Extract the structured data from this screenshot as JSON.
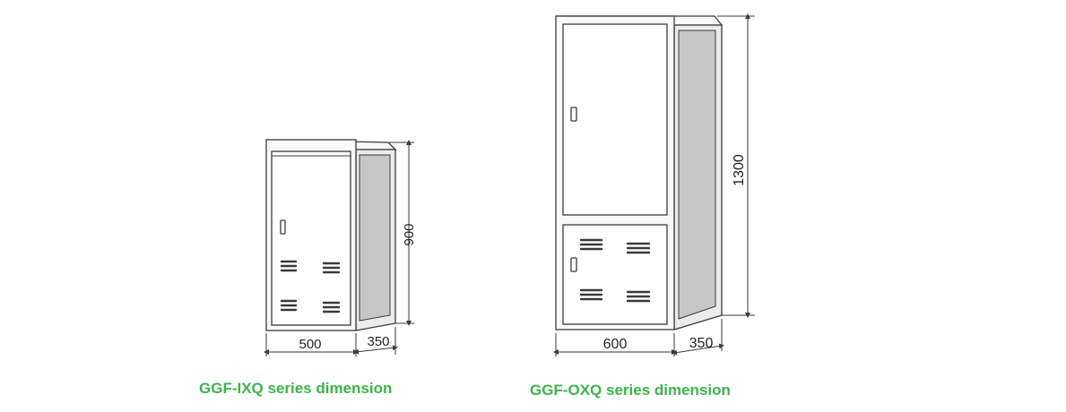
{
  "colors": {
    "caption": "#3cb44b",
    "line": "#3a3a3a",
    "fill_light": "#f4f4f4",
    "fill_side": "#e8e8e8",
    "fill_shadow": "#bdbdbd"
  },
  "cabinets": [
    {
      "model": "GGF-IXQ",
      "caption": "GGF-IXQ series dimension",
      "width_label": "500",
      "depth_label": "350",
      "height_label": "900"
    },
    {
      "model": "GGF-OXQ",
      "caption": "GGF-OXQ series dimension",
      "width_label": "600",
      "depth_label": "350",
      "height_label": "1300"
    }
  ]
}
